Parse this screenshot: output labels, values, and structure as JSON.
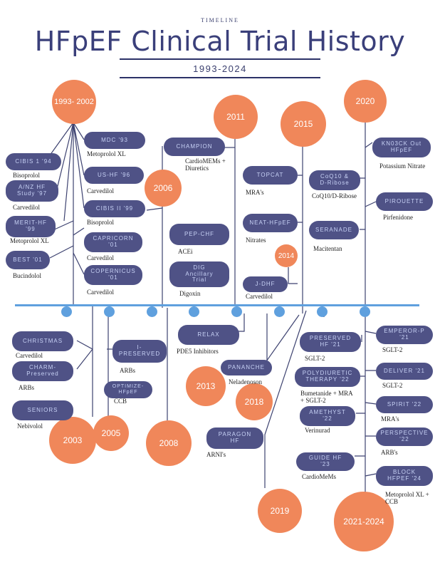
{
  "header": {
    "kicker": "TIMELINE",
    "title": "HFpEF Clinical Trial History",
    "range": "1993-2024"
  },
  "circles": {
    "c1993": "1993- 2002",
    "c2006": "2006",
    "c2011": "2011",
    "c2014": "2014",
    "c2015": "2015",
    "c2020": "2020",
    "c2003": "2003",
    "c2005": "2005",
    "c2008": "2008",
    "c2013": "2013",
    "c2018": "2018",
    "c2019": "2019",
    "c2021": "2021-2024"
  },
  "trials": {
    "cibis1": {
      "name": "CIBIS 1 '94",
      "drug": "Bisoprolol"
    },
    "anz": {
      "name": "A/NZ HF\nStudy '97",
      "drug": "Carvedilol"
    },
    "merit": {
      "name": "MERIT-HF\n'99",
      "drug": "Metoprolol XL"
    },
    "best": {
      "name": "BEST '01",
      "drug": "Bucindolol"
    },
    "mdc": {
      "name": "MDC '93",
      "drug": "Metoprolol XL"
    },
    "ushf": {
      "name": "US-HF '96",
      "drug": "Carvedilol"
    },
    "cibis2": {
      "name": "CIBIS II '99",
      "drug": "Bisoprolol"
    },
    "capricorn": {
      "name": "CAPRICORN\n'01",
      "drug": "Carvedilol"
    },
    "copernicus": {
      "name": "COPERNICUS\n'01",
      "drug": "Carvedilol"
    },
    "champion": {
      "name": "CHAMPION",
      "drug": "CardioMEMs +\nDiuretics"
    },
    "pepchf": {
      "name": "PEP-CHF",
      "drug": "ACEi"
    },
    "dig": {
      "name": "DIG\nAncillary\nTrial",
      "drug": "Digoxin"
    },
    "topcat": {
      "name": "TOPCAT",
      "drug": "MRA's"
    },
    "neat": {
      "name": "NEAT-HFpEF",
      "drug": "Nitrates"
    },
    "jdhf": {
      "name": "J-DHF",
      "drug": "Carvedilol"
    },
    "coq10": {
      "name": "CoQ10 &\nD-Ribose",
      "drug": "CoQ10/D-Ribose"
    },
    "seranade": {
      "name": "SERANADE",
      "drug": "Macitentan"
    },
    "knock": {
      "name": "KN03CK Out\nHFpEF",
      "drug": "Potassium Nitrate"
    },
    "pirouette": {
      "name": "PIROUETTE",
      "drug": "Pirfenidone"
    },
    "christmas": {
      "name": "CHRISTMAS",
      "drug": "Carvedilol"
    },
    "charm": {
      "name": "CHARM-\nPreserved",
      "drug": "ARBs"
    },
    "seniors": {
      "name": "SENIORS",
      "drug": "Nebivolol"
    },
    "ipreserved": {
      "name": "I-\nPRESERVED",
      "drug": "ARBs"
    },
    "optimize": {
      "name": "OPTIMIZE-\nHFpEF",
      "drug": "CCB"
    },
    "relax": {
      "name": "RELAX",
      "drug": "PDE5 Inhibitors"
    },
    "pananche": {
      "name": "PANANCHE",
      "drug": "Neladenoson"
    },
    "paragon": {
      "name": "PARAGON\nHF",
      "drug": "ARNI's"
    },
    "preserved": {
      "name": "PRESERVED\nHF '21",
      "drug": "SGLT-2"
    },
    "polydiuretic": {
      "name": "POLYDIURETIC\nTHERAPY '22",
      "drug": "Bumetanide + MRA\n+ SGLT-2"
    },
    "amethyst": {
      "name": "AMETHYST\n'22",
      "drug": "Verinurad"
    },
    "guide": {
      "name": "GUIDE HF\n'23",
      "drug": "CardioMeMs"
    },
    "emperor": {
      "name": "EMPEROR-P\n'21",
      "drug": "SGLT-2"
    },
    "deliver": {
      "name": "DELIVER '21",
      "drug": "SGLT-2"
    },
    "spirit": {
      "name": "SPIRIT '22",
      "drug": "MRA's"
    },
    "perspective": {
      "name": "PERSPECTIVE\n'22",
      "drug": "ARB's"
    },
    "block": {
      "name": "BLOCK\nHFPEF '24",
      "drug": "Metoprolol XL +\nCCB"
    }
  },
  "colors": {
    "orange": "#f0875a",
    "navy": "#4f5286",
    "axis": "#5fa0de",
    "title": "#3a3f7a"
  }
}
